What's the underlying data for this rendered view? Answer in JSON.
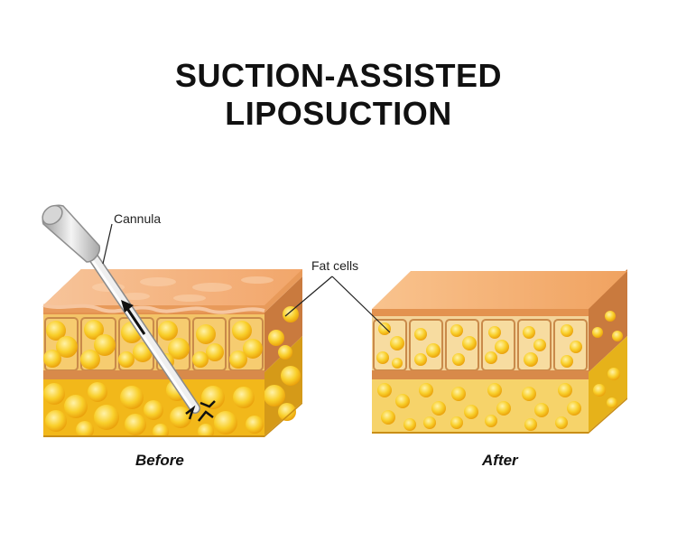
{
  "title": {
    "line1": "SUCTION-ASSISTED",
    "line2": "LIPOSUCTION"
  },
  "labels": {
    "cannula": "Cannula",
    "fat_cells": "Fat cells"
  },
  "captions": {
    "before": "Before",
    "after": "After"
  },
  "colors": {
    "skin_top": "#f4b98a",
    "skin_side": "#e48a4a",
    "fat_yellow": "#f7c21a",
    "fat_light": "#ffe680",
    "cannula_gray": "#c8c8c8"
  }
}
